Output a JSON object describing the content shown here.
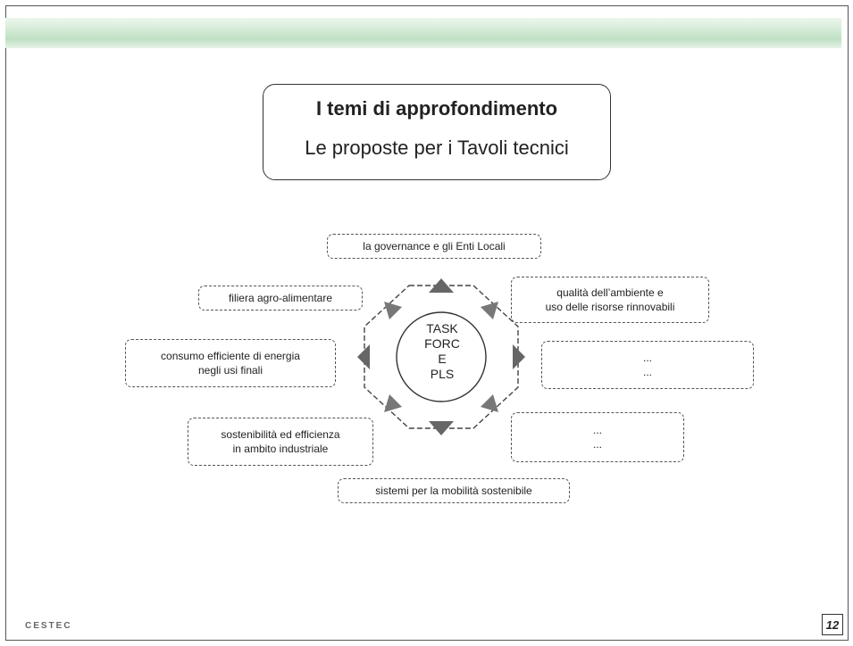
{
  "header": {
    "title": "I temi di approfondimento",
    "subtitle": "Le proposte per i Tavoli tecnici"
  },
  "hub": {
    "lines": [
      "TASK",
      "FORC",
      "E",
      "PLS"
    ]
  },
  "topics": {
    "governance": "la governance e gli Enti Locali",
    "filiera": "filiera agro-alimentare",
    "qualita_1": "qualità dell’ambiente e",
    "qualita_2": "uso delle risorse rinnovabili",
    "consumo_1": "consumo efficiente di energia",
    "consumo_2": "negli usi finali",
    "placeholder_a_1": "...",
    "placeholder_a_2": "...",
    "sostenibilita_1": "sostenibilità ed efficienza",
    "sostenibilita_2": "in ambito industriale",
    "placeholder_b_1": "...",
    "placeholder_b_2": "...",
    "mobilita": "sistemi per la mobilità sostenibile"
  },
  "footer": {
    "logo": "CESTEC",
    "page_number": "12"
  }
}
